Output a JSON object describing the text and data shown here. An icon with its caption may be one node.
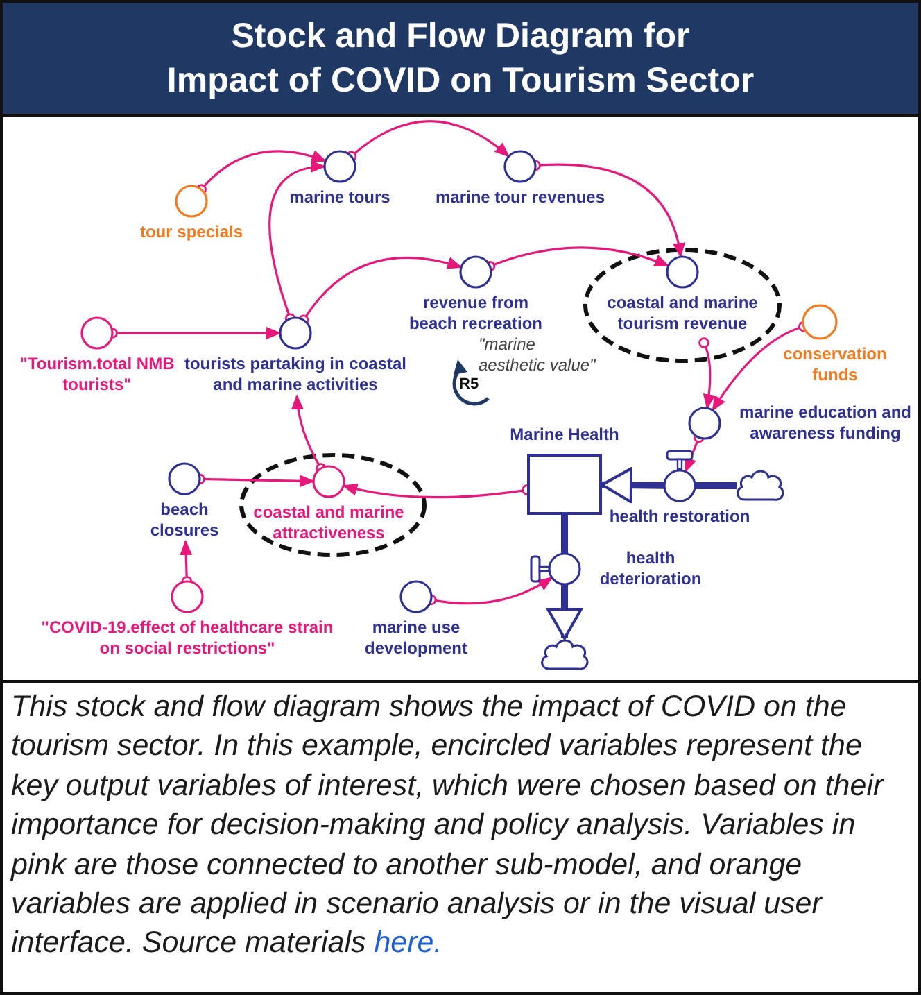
{
  "diagram": {
    "title": "Stock and Flow Diagram for Impact of COVID on Tourism Sector",
    "caption": "This stock and flow diagram shows the impact of COVID on the tourism sector. In this example, encircled variables represent the key output variables of interest, which were chosen based on their importance for decision-making and policy analysis. Variables in pink are those connected to another sub-model, and orange variables are applied in scenario analysis or in the visual user interface. Source materials here.",
    "nodes": [
      {
        "text": [
          "marine tours"
        ]
      },
      {
        "text": [
          "tour specials"
        ]
      },
      {
        "text": [
          "marine tour revenues"
        ]
      },
      {
        "text": [
          "revenue from beach recreation"
        ]
      },
      {
        "text": [
          "coastal and marine tourism revenue"
        ]
      },
      {
        "text": [
          "\"Tourism.total NMB tourists\""
        ]
      },
      {
        "text": [
          "tourists partaking in coastal and marine activities"
        ]
      },
      {
        "text": [
          "conservation funds"
        ]
      },
      {
        "text": [
          "marine education and awareness funding"
        ]
      },
      {
        "text": [
          "Marine Health"
        ]
      },
      {
        "text": [
          "health restoration"
        ]
      },
      {
        "text": [],
        "shape": "cloud"
      },
      {
        "text": [
          "beach closures"
        ]
      },
      {
        "text": [
          "coastal and marine attractiveness"
        ]
      },
      {
        "text": [
          "\"COVID-19.effect of healthcare strain on social restrictions\""
        ]
      },
      {
        "text": [
          "marine use development"
        ]
      },
      {
        "text": [
          "health deterioration"
        ]
      },
      {
        "text": [],
        "shape": "cloud"
      }
    ],
    "edges": [
      {
        "from": 1,
        "to": 0,
        "arrow": "to"
      },
      {
        "from": 6,
        "to": 0,
        "arrow": "to"
      },
      {
        "from": 0,
        "to": 2,
        "arrow": "to"
      },
      {
        "from": 2,
        "to": 4,
        "arrow": "to"
      },
      {
        "from": 6,
        "to": 3,
        "arrow": "to"
      },
      {
        "from": 3,
        "to": 4,
        "arrow": "to"
      },
      {
        "from": 5,
        "to": 6,
        "arrow": "to"
      },
      {
        "from": 13,
        "to": 6,
        "arrow": "to"
      },
      {
        "from": 4,
        "to": 8,
        "arrow": "to"
      },
      {
        "from": 7,
        "to": 8,
        "arrow": "to"
      },
      {
        "from": 8,
        "to": 10,
        "arrow": "to"
      },
      {
        "from": 12,
        "to": 13,
        "arrow": "to"
      },
      {
        "from": 9,
        "to": 13,
        "arrow": "to"
      },
      {
        "from": 14,
        "to": 12,
        "arrow": "to"
      },
      {
        "from": 15,
        "to": 16,
        "arrow": "to"
      },
      {
        "from": 11,
        "to": 10,
        "arrow": "none",
        "style": "thick",
        "color": "#2e3192"
      },
      {
        "from": 10,
        "to": 9,
        "arrow": "to",
        "style": "thick",
        "color": "#2e3192"
      },
      {
        "from": 9,
        "to": 16,
        "arrow": "none",
        "style": "thick",
        "color": "#2e3192"
      },
      {
        "from": 16,
        "to": 17,
        "arrow": "to",
        "style": "thick",
        "color": "#2e3192"
      }
    ],
    "labels": [
      "\"marine aesthetic value\"",
      "R5"
    ]
  }
}
